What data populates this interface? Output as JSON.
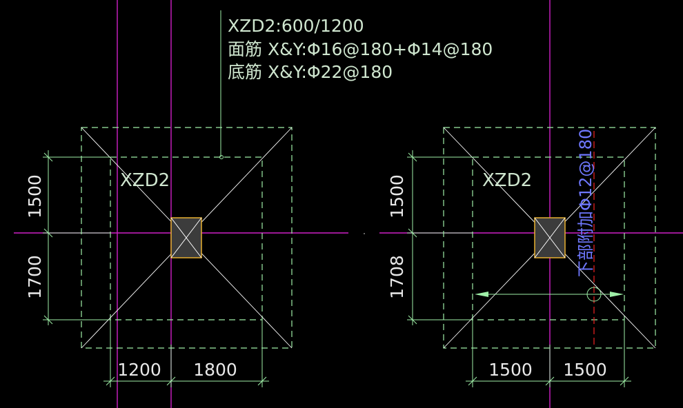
{
  "annotation": {
    "line1": "XZD2:600/1200",
    "line2": "面筋 X&Y:Φ16@180+Φ14@180",
    "line3": "底筋 X&Y:Φ22@180"
  },
  "left_footing": {
    "tag": "XZD2",
    "dim_left_top": "1500",
    "dim_left_bottom": "1700",
    "dim_bottom_left": "1200",
    "dim_bottom_right": "1800"
  },
  "right_footing": {
    "tag": "XZD2",
    "dim_left_top": "1500",
    "dim_left_bottom": "1708",
    "dim_bottom_left": "1500",
    "dim_bottom_right": "1500",
    "rebar_note": "下部附加Φ12@180"
  },
  "colors": {
    "background": "#000000",
    "axis": "#d020c8",
    "outline": "#9ff0a8",
    "diagonal": "#ffffff",
    "column_fill": "#3c3c3c",
    "column_edge": "#e8b030",
    "rebar": "#5b6cff",
    "cut_line": "#e02020"
  }
}
